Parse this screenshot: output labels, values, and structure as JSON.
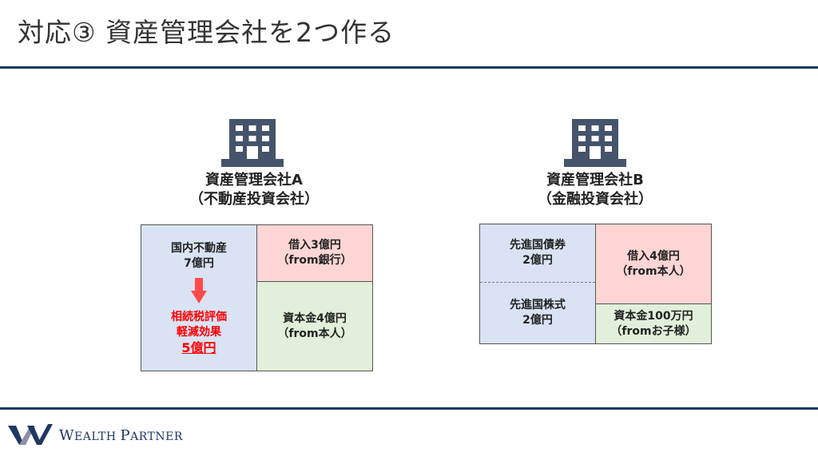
{
  "title": "対応③ 資産管理会社を2つ作る",
  "company_a": {
    "name": "資産管理会社A",
    "type": "（不動産投資会社）",
    "asset_label": "国内不動産",
    "asset_value": "7億円",
    "effect_line1": "相続税評価",
    "effect_line2": "軽減効果",
    "effect_value": "5億円",
    "loan_label": "借入3億円",
    "loan_source": "（from銀行）",
    "capital_label": "資本金4億円",
    "capital_source": "（from本人）"
  },
  "company_b": {
    "name": "資産管理会社B",
    "type": "（金融投資会社）",
    "asset1_label": "先進国債券",
    "asset1_value": "2億円",
    "asset2_label": "先進国株式",
    "asset2_value": "2億円",
    "loan_label": "借入4億円",
    "loan_source": "（from本人）",
    "capital_label": "資本金100万円",
    "capital_source": "（fromお子様）"
  },
  "logo": {
    "icon": "wealth-partner-w-logo",
    "text_w": "W",
    "text_ealth": "EALTH ",
    "text_p": "P",
    "text_artner": "ARTNER"
  },
  "colors": {
    "accent": "#1f3864",
    "asset_bg": "#dae3f3",
    "loan_bg": "#fcd5d4",
    "capital_bg": "#e2efda",
    "highlight": "#ff0000"
  }
}
